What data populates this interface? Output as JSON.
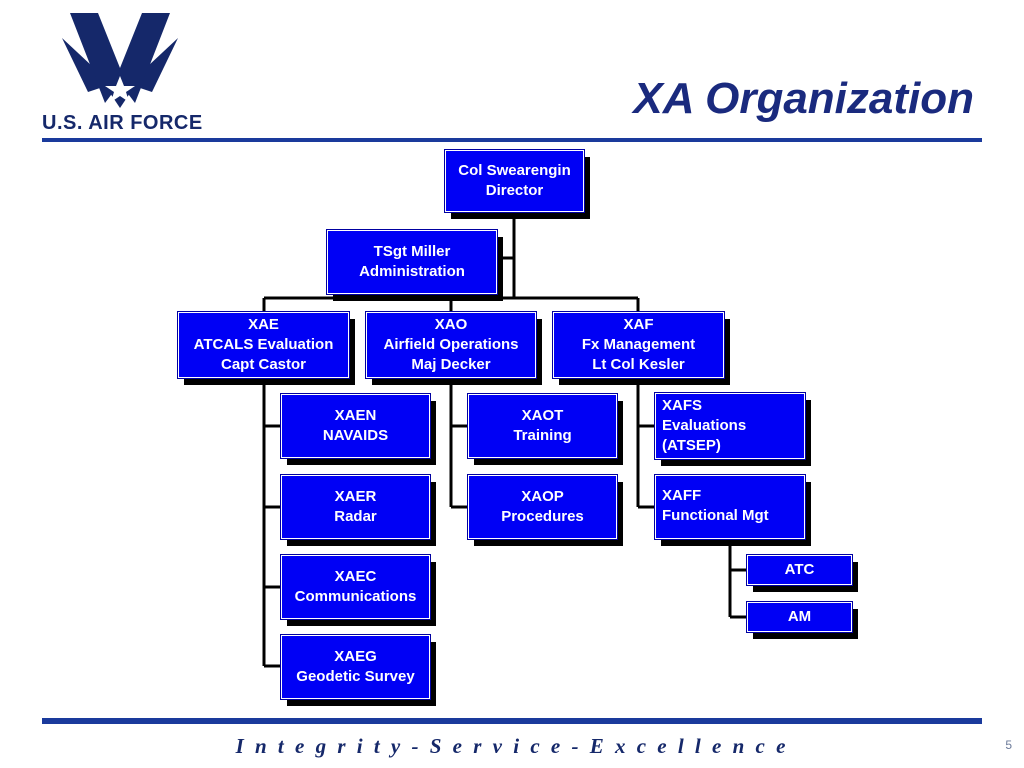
{
  "header": {
    "logo_text": "U.S. AIR FORCE",
    "title": "XA Organization",
    "brand_color": "#15286a",
    "box_color": "#0000f5"
  },
  "nodes": {
    "director": [
      "Col Swearengin",
      "Director"
    ],
    "admin": [
      "TSgt Miller",
      "Administration"
    ],
    "xae": [
      "XAE",
      "ATCALS Evaluation",
      "Capt Castor"
    ],
    "xao": [
      "XAO",
      "Airfield Operations",
      "Maj Decker"
    ],
    "xaf": [
      "XAF",
      "Fx Management",
      "Lt Col Kesler"
    ],
    "xaen": [
      "XAEN",
      "NAVAIDS"
    ],
    "xaer": [
      "XAER",
      "Radar"
    ],
    "xaec": [
      "XAEC",
      "Communications"
    ],
    "xaeg": [
      "XAEG",
      "Geodetic Survey"
    ],
    "xaot": [
      "XAOT",
      "Training"
    ],
    "xaop": [
      "XAOP",
      "Procedures"
    ],
    "xafs": [
      "XAFS",
      "Evaluations",
      "(ATSEP)"
    ],
    "xaff": [
      "XAFF",
      "Functional Mgt"
    ],
    "atc": [
      "ATC"
    ],
    "am": [
      "AM"
    ]
  },
  "footer": {
    "motto": "I n t e g r i t y  -  S e r v i c e  -  E x c e l l e n c e",
    "page_number": "5"
  }
}
